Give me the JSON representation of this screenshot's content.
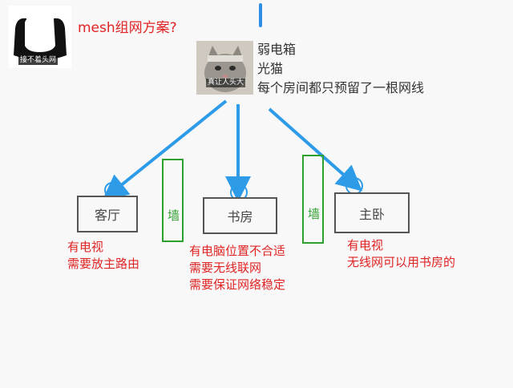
{
  "header": {
    "title": "mesh组网方案?"
  },
  "avatar": {
    "caption": "接不着头网"
  },
  "cat_image": {
    "caption": "真让人头大"
  },
  "source": {
    "lines": [
      "弱电箱",
      "光猫",
      "每个房间都只预留了一根网线"
    ]
  },
  "rooms": [
    {
      "label": "客厅",
      "notes": [
        "有电视",
        "需要放主路由"
      ]
    },
    {
      "label": "书房",
      "notes": [
        "有电脑位置不合适",
        "需要无线联网",
        "需要保证网络稳定"
      ]
    },
    {
      "label": "主卧",
      "notes": [
        "有电视",
        "无线网可以用书房的"
      ]
    }
  ],
  "walls": [
    {
      "label": "墙"
    },
    {
      "label": "墙"
    }
  ],
  "colors": {
    "arrow": "#2d9be8",
    "wall": "#2fa02f",
    "note": "#e02424",
    "room_border": "#555555"
  }
}
